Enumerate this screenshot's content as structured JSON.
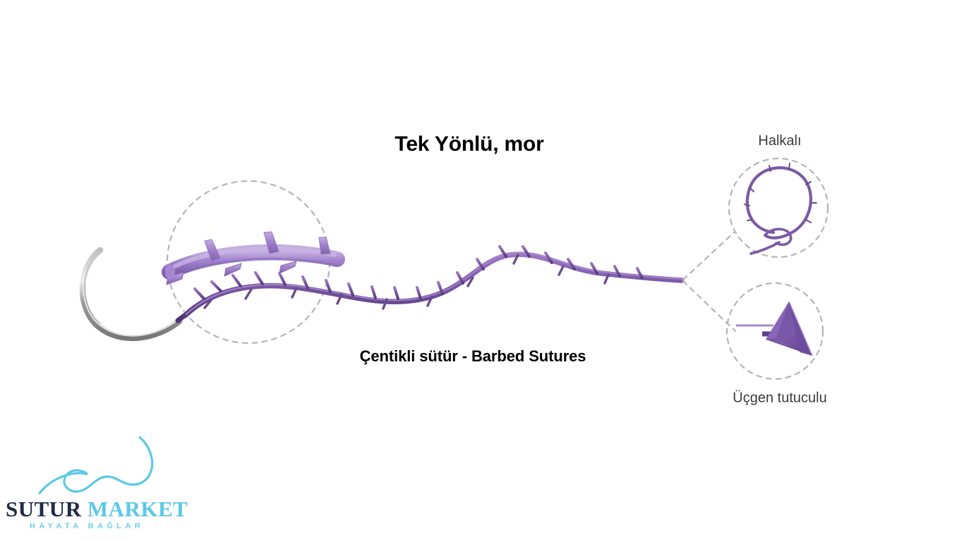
{
  "figure": {
    "title": "Tek Yönlü, mor",
    "subtitle": "Çentikli sütür - Barbed Sutures",
    "background_color": "#ffffff"
  },
  "callouts": {
    "loop_label": "Halkalı",
    "triangle_label": "Üçgen tutuculu"
  },
  "logo": {
    "word_primary": "SUTUR",
    "word_secondary": "MARKET",
    "tagline": "HAYATA BAĞLAR",
    "primary_color": "#1e2a47",
    "secondary_color": "#5bc8e8",
    "swoosh_color": "#5bc8e8"
  },
  "colors": {
    "thread_purple": "#7c5aa6",
    "thread_purple_dark": "#5f3f87",
    "magnified_purple": "#9b7bc4",
    "magnified_purple_light": "#b59adb",
    "needle_silver": "#9a9a9a",
    "needle_silver_light": "#d8d8d8",
    "dashed_guide": "#b5b5b5",
    "text_dark": "#3b3b3b",
    "title_black": "#000000"
  },
  "elements": {
    "needle": "curved-surgical-needle",
    "thread": "unidirectional-barbed-suture-thread",
    "magnifier_circle": "dashed-magnifier-circle",
    "loop_detail": "looped-thread-end",
    "triangle_detail": "triangular-anchor-end"
  }
}
